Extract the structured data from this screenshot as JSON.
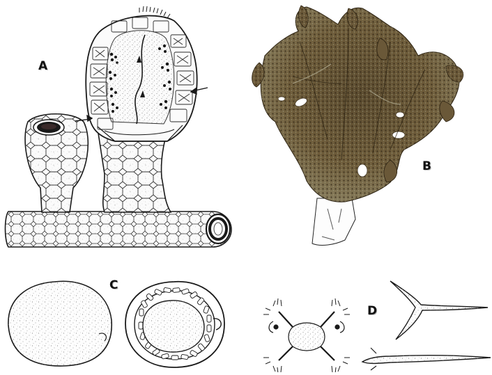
{
  "labels": {
    "a": "A",
    "b": "B",
    "c": "C",
    "d": "D"
  },
  "colors": {
    "ink": "#1a1a1a",
    "stipple": "#9a9a9a",
    "sponge_dark": "#4a3a24",
    "sponge_mid": "#6e5a38",
    "sponge_light": "#8d7a55",
    "sponge_pale": "#a6a283",
    "background": "#ffffff"
  }
}
